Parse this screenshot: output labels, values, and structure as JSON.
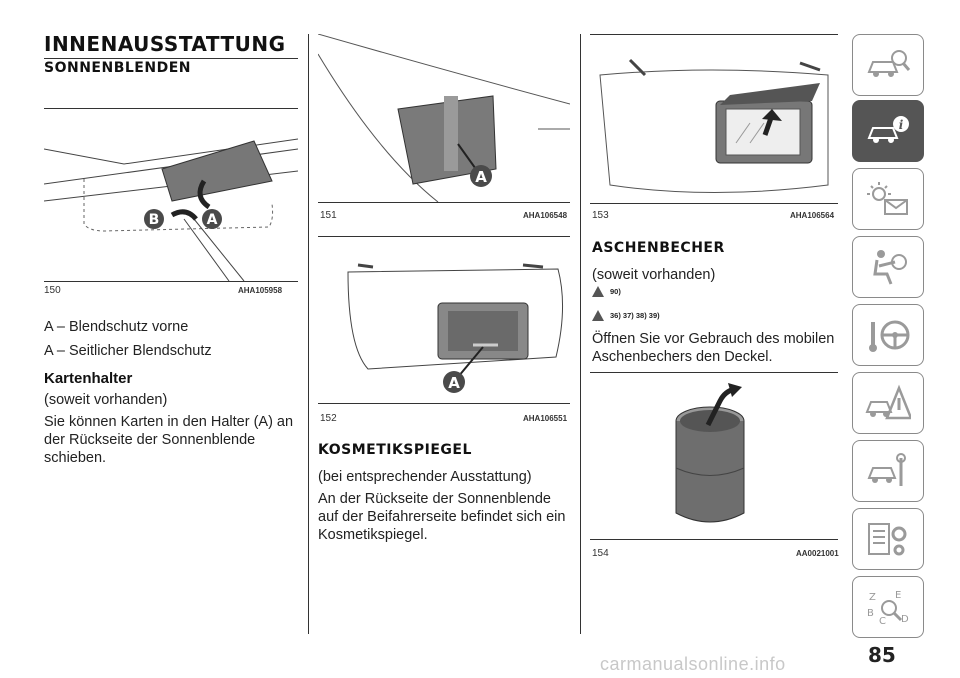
{
  "section_title": "INNENAUSSTATTUNG",
  "col1": {
    "heading": "SONNENBLENDEN",
    "fig": {
      "number": "150",
      "code": "AHA105958"
    },
    "lines": [
      "A – Blendschutz vorne",
      "A – Seitlicher Blendschutz"
    ],
    "subheading": "Kartenhalter",
    "note": "(soweit vorhanden)",
    "paragraph": "Sie können Karten in den Halter (A) an der Rückseite der Sonnenblende schieben."
  },
  "col2": {
    "fig1": {
      "number": "151",
      "code": "AHA106548"
    },
    "fig2": {
      "number": "152",
      "code": "AHA106551"
    },
    "heading": "KOSMETIKSPIEGEL",
    "note": "(bei entsprechender Ausstattung)",
    "paragraph": "An der Rückseite der Sonnenblende auf der Beifahrerseite befindet sich ein Kosmetikspiegel."
  },
  "col3": {
    "fig1": {
      "number": "153",
      "code": "AHA106564"
    },
    "heading": "ASCHENBECHER",
    "note": "(soweit vorhanden)",
    "warnings": [
      "90)",
      "36) 37) 38) 39)"
    ],
    "paragraph": "Öffnen Sie vor Gebrauch des mobilen Aschenbechers den Deckel.",
    "fig2": {
      "number": "154",
      "code": "AA0021001"
    }
  },
  "callouts": {
    "a": "A",
    "b": "B"
  },
  "page_number": "85",
  "watermark": "carmanualsonline.info",
  "sidebar_tabs": [
    "car-search-icon",
    "car-info-icon",
    "warning-lights-icon",
    "airbag-seat-icon",
    "steering-key-icon",
    "breakdown-icon",
    "car-service-icon",
    "data-gears-icon",
    "alphabet-index-icon"
  ],
  "colors": {
    "tab_active": "#555555",
    "tab_border": "#8a8a8a",
    "callout_fill": "#4a4a4a"
  }
}
